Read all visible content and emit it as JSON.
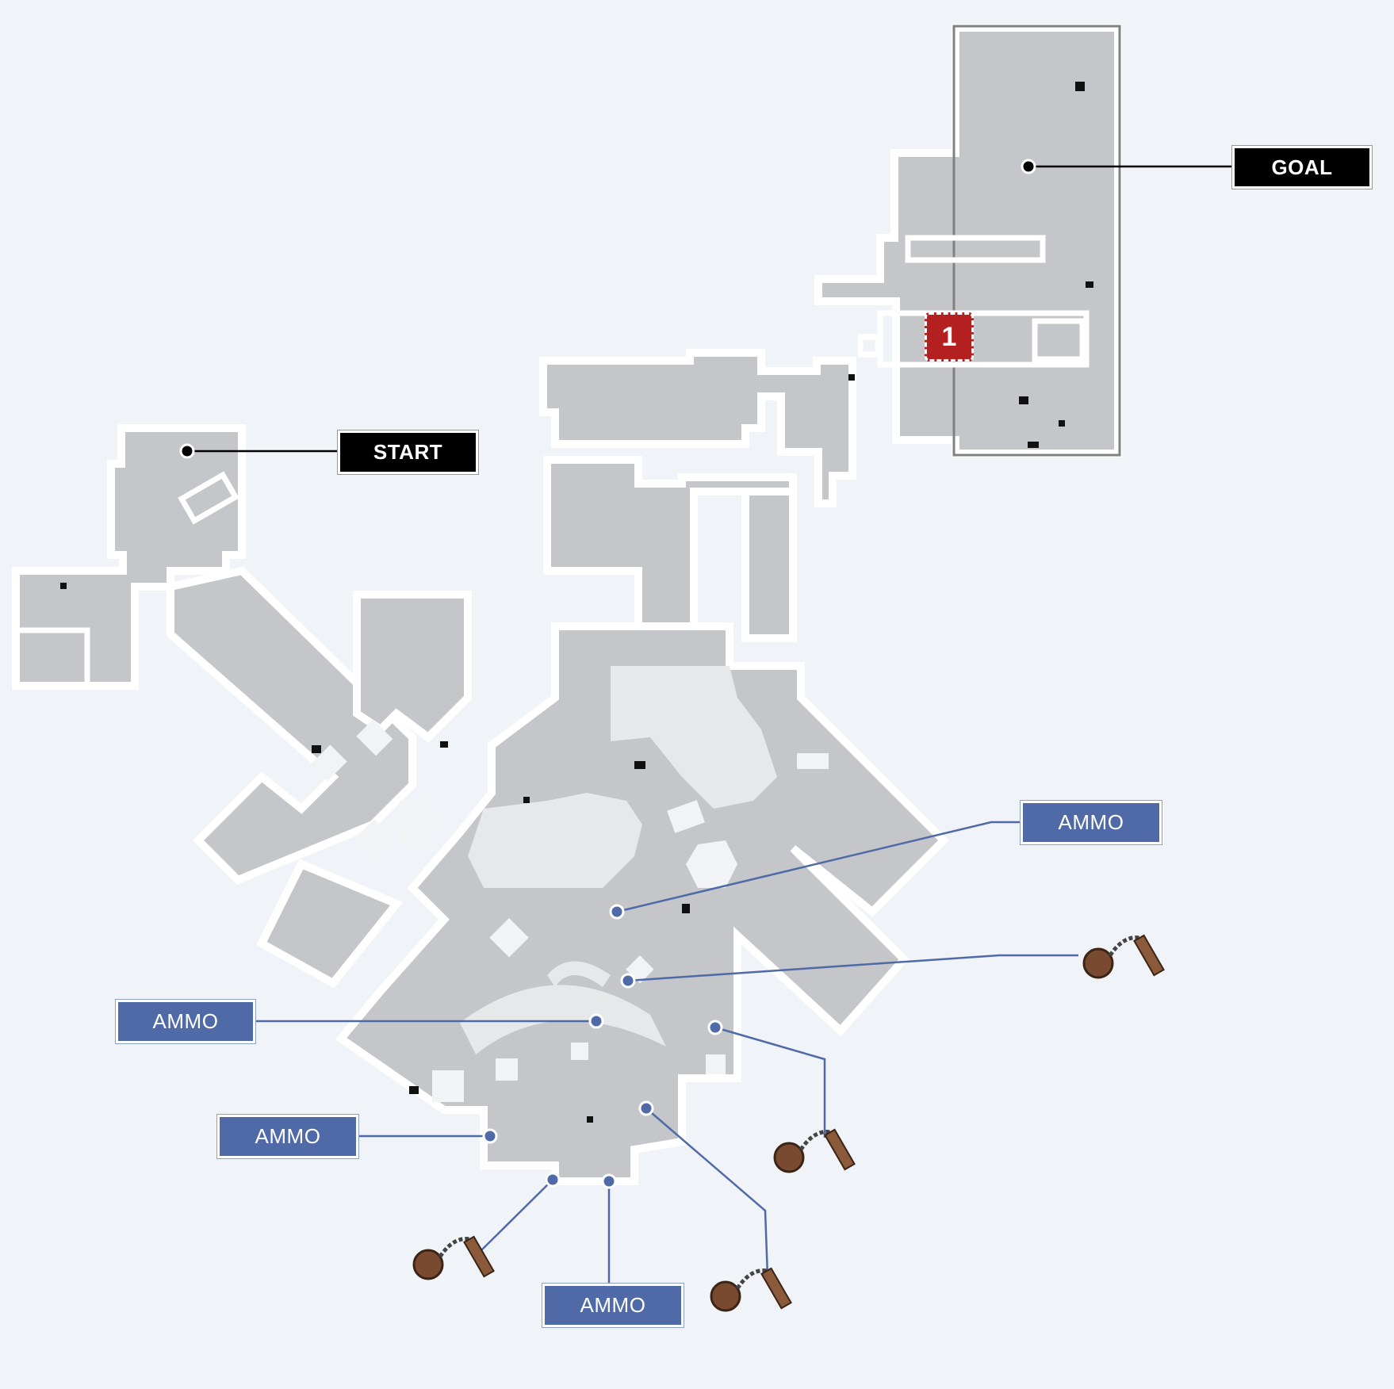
{
  "map": {
    "labels": {
      "goal": "GOAL",
      "start": "START",
      "ammo": [
        "AMMO",
        "AMMO",
        "AMMO",
        "AMMO"
      ]
    },
    "markers": [
      {
        "number": "1"
      }
    ],
    "icons": {
      "weapon_pickup": "mace-weapon-icon",
      "weapon_pickup_count": 4
    },
    "colors": {
      "floor": "#c4c6c9",
      "plaza": "#e7e8ea",
      "label_black": "#000000",
      "label_blue": "#4f6aa6",
      "marker_red": "#b3201f"
    }
  }
}
